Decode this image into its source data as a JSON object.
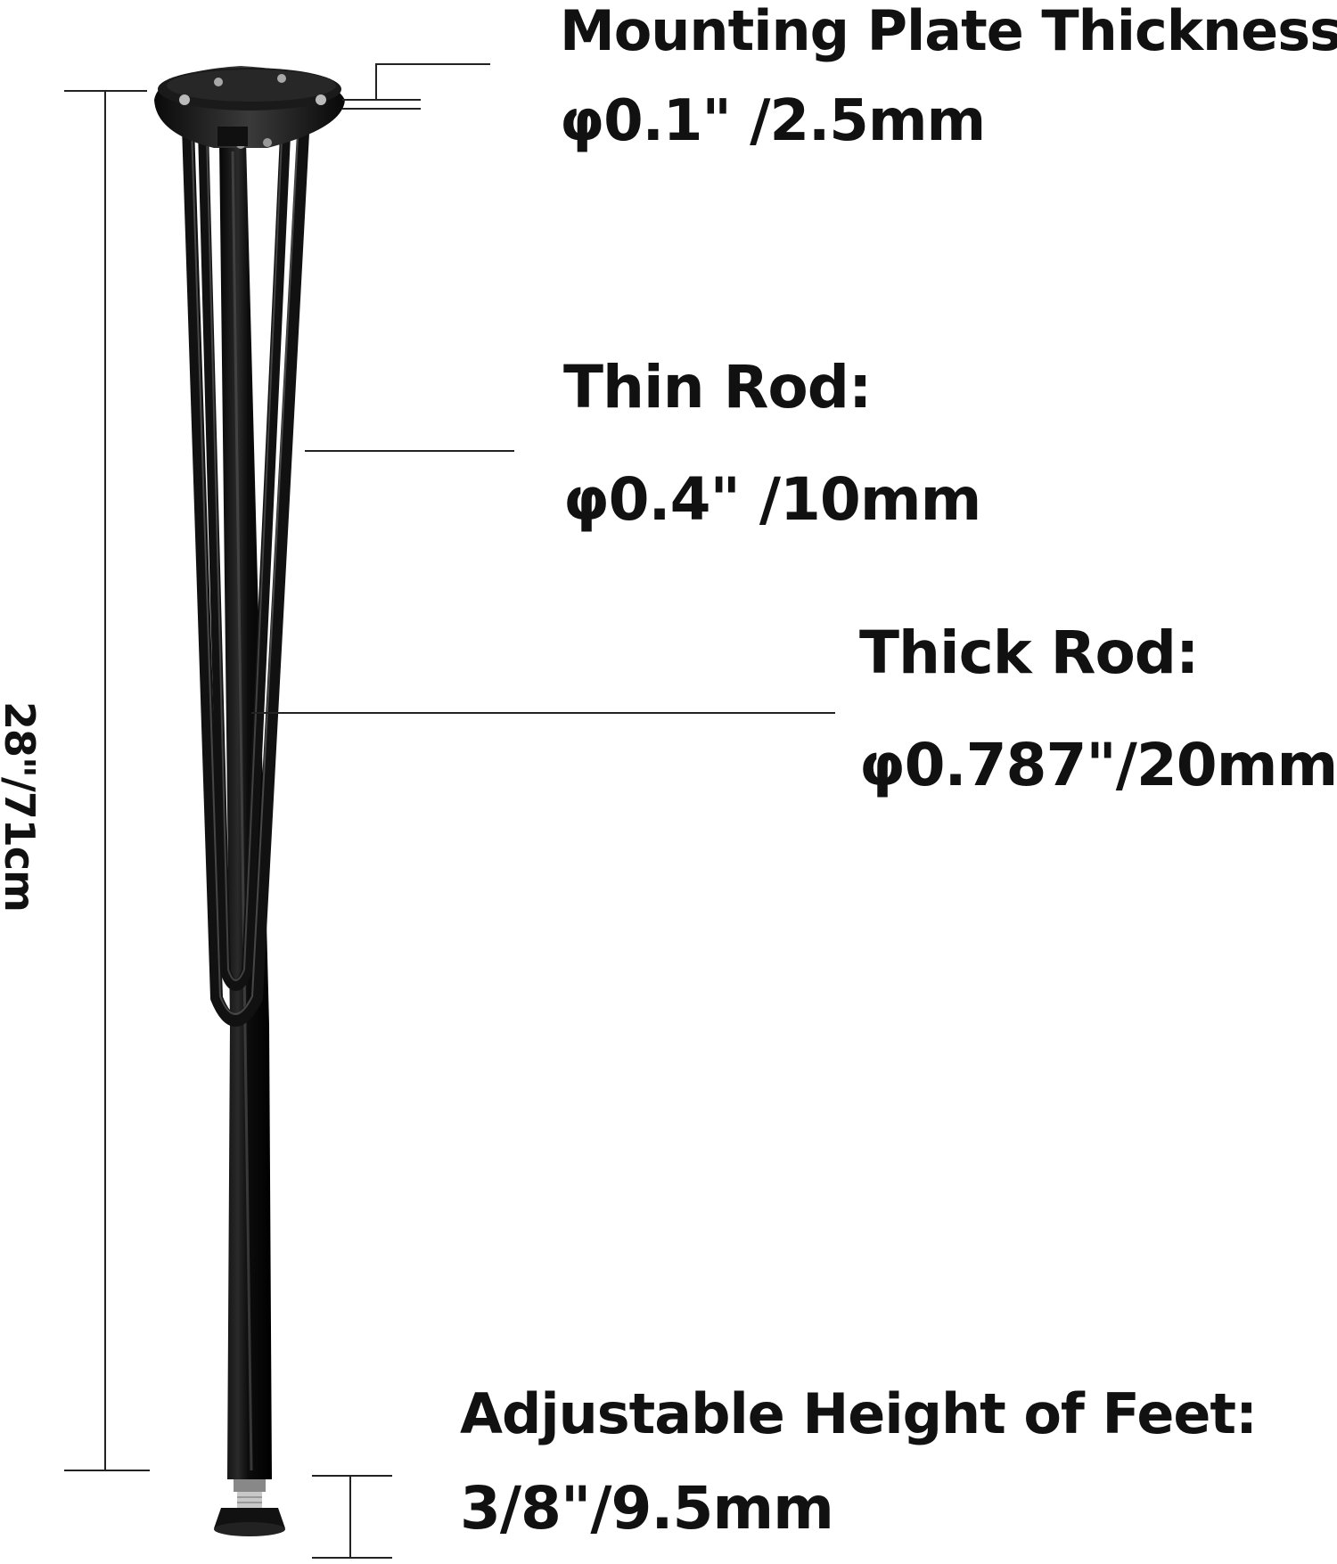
{
  "callouts": {
    "mounting_plate": {
      "title": "Mounting Plate Thickness:",
      "value": "φ0.1\" /2.5mm"
    },
    "thin_rod": {
      "title": "Thin Rod:",
      "value": "φ0.4\" /10mm"
    },
    "thick_rod": {
      "title": "Thick Rod:",
      "value": "φ0.787\"/20mm"
    },
    "feet": {
      "title": "Adjustable Height of Feet:",
      "value": "3/8\"/9.5mm"
    }
  },
  "total_height": "28\"/71cm",
  "colors": {
    "background": "#ffffff",
    "text": "#111111",
    "metal": "#141414",
    "lines": "#222222"
  }
}
